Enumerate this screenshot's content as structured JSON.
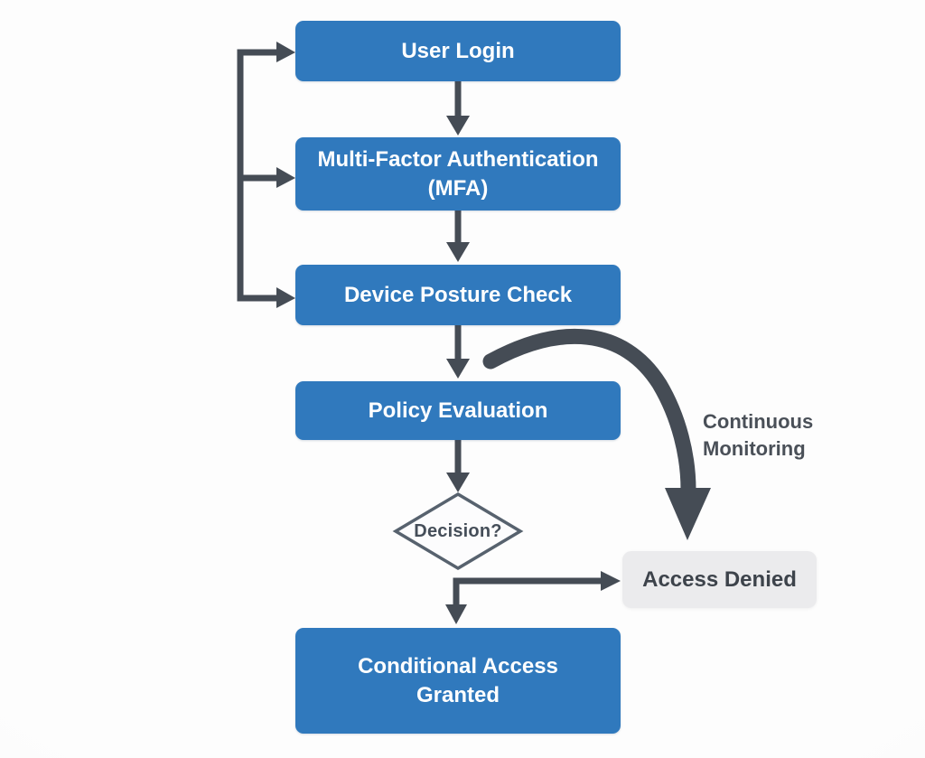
{
  "diagram": {
    "type": "flowchart",
    "topic": "Conditional access authentication flow",
    "nodes": {
      "user_login": {
        "label": "User Login",
        "shape": "rounded-rect",
        "fill": "#3079bd"
      },
      "mfa": {
        "label": "Multi-Factor Authentication (MFA)",
        "shape": "rounded-rect",
        "fill": "#3079bd"
      },
      "device_posture": {
        "label": "Device Posture Check",
        "shape": "rounded-rect",
        "fill": "#3079bd"
      },
      "policy_evaluation": {
        "label": "Policy Evaluation",
        "shape": "rounded-rect",
        "fill": "#3079bd"
      },
      "decision": {
        "label": "Decision?",
        "shape": "diamond",
        "fill": "#fcfcfd"
      },
      "conditional_access_granted": {
        "label": "Conditional Access Granted",
        "shape": "rounded-rect",
        "fill": "#3079bd"
      },
      "access_denied": {
        "label": "Access Denied",
        "shape": "rounded-rect",
        "fill": "#ebebed"
      }
    },
    "annotations": {
      "continuous_monitoring": {
        "label": "Continuous Monitoring"
      }
    },
    "edges": [
      {
        "from": "user_login",
        "to": "mfa"
      },
      {
        "from": "mfa",
        "to": "device_posture"
      },
      {
        "from": "device_posture",
        "to": "policy_evaluation"
      },
      {
        "from": "policy_evaluation",
        "to": "decision"
      },
      {
        "from": "decision",
        "to": "conditional_access_granted"
      },
      {
        "from": "decision",
        "to": "access_denied"
      },
      {
        "from": "policy_evaluation",
        "to": "access_denied",
        "label": "Continuous Monitoring",
        "style": "thick-curved"
      },
      {
        "from": "feedback_loop",
        "to": "user_login"
      },
      {
        "from": "feedback_loop",
        "to": "mfa"
      },
      {
        "from": "feedback_loop",
        "to": "device_posture"
      }
    ],
    "colors": {
      "process_fill": "#3079bd",
      "process_text": "#ffffff",
      "denied_fill": "#ebebed",
      "denied_text": "#3d434b",
      "connector": "#454c55",
      "decision_border": "#57626e",
      "decision_text": "#454e59",
      "annotation_text": "#4a5058",
      "background": "#fbfbfb"
    }
  }
}
